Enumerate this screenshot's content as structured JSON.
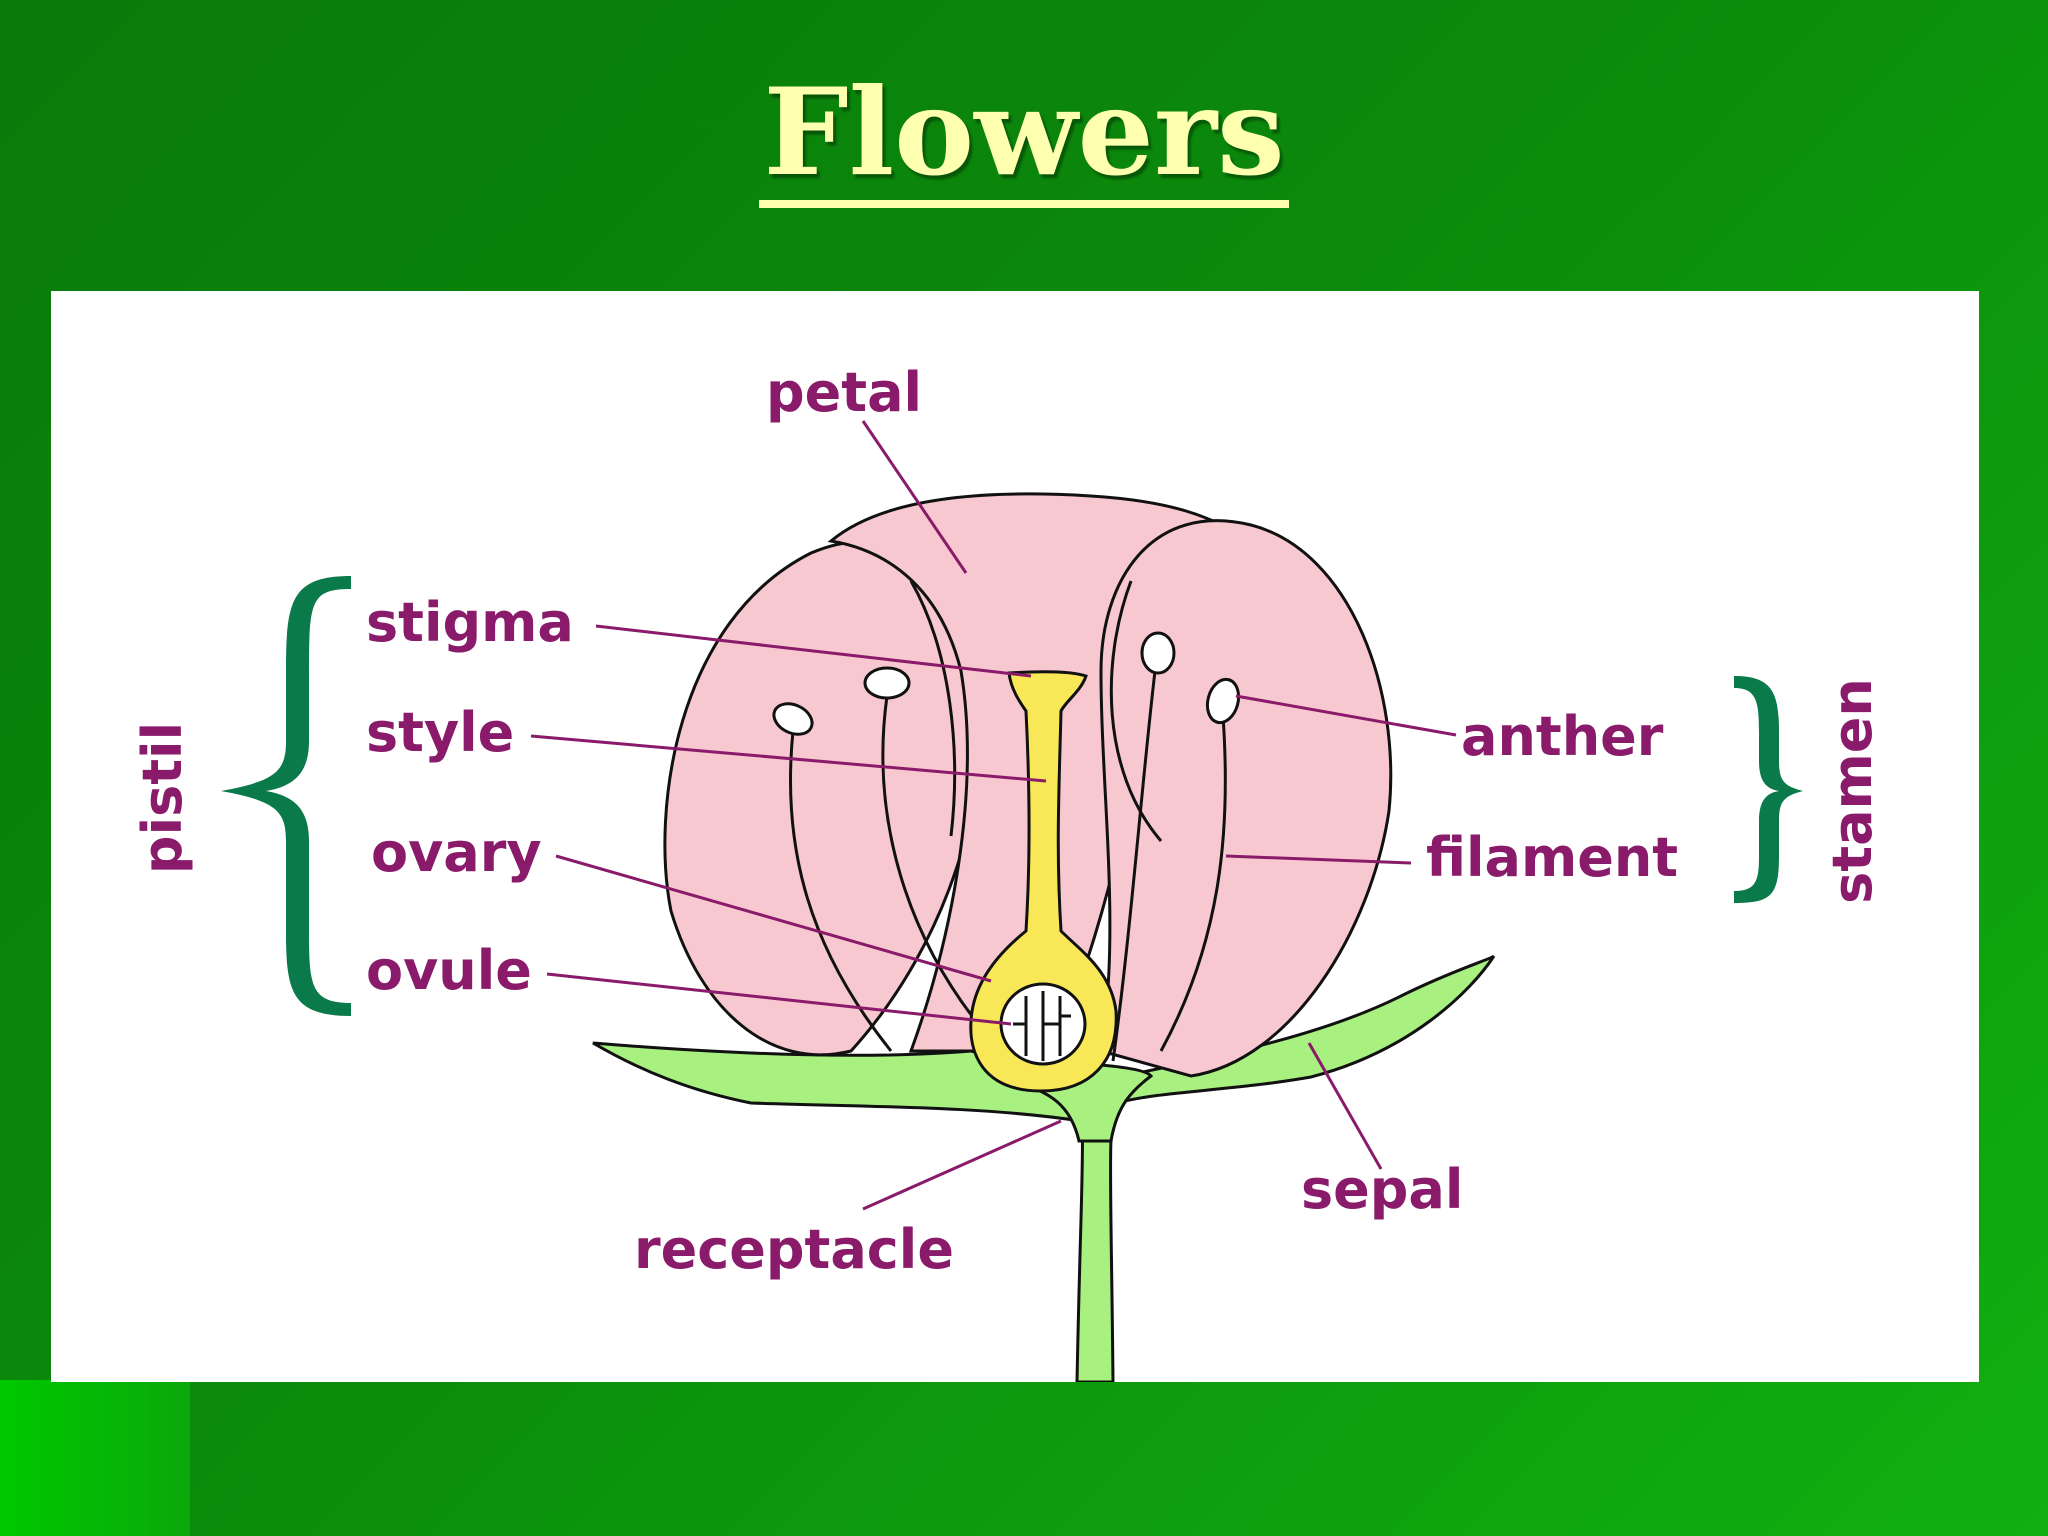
{
  "title": "Flowers",
  "colors": {
    "background": "#0b8a0b",
    "title": "#ffffb0",
    "label": "#8a1a6a",
    "petal": "#f8c8d0",
    "pistil": "#f8e858",
    "sepal": "#a8f080",
    "brace": "#0a7a4a"
  },
  "diagram": {
    "labels": {
      "petal": "petal",
      "stigma": "stigma",
      "style": "style",
      "ovary": "ovary",
      "ovule": "ovule",
      "anther": "anther",
      "filament": "filament",
      "sepal": "sepal",
      "receptacle": "receptacle"
    },
    "groups": {
      "pistil": "pistil",
      "stamen": "stamen"
    }
  }
}
